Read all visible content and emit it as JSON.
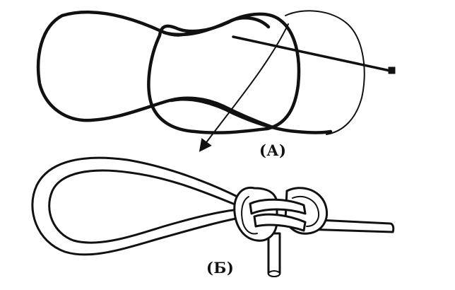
{
  "figure": {
    "ink_color": "#111111",
    "background_color": "#ffffff",
    "panels": [
      {
        "id": "a",
        "label": "(А)"
      },
      {
        "id": "b",
        "label": "(Б)"
      }
    ]
  }
}
